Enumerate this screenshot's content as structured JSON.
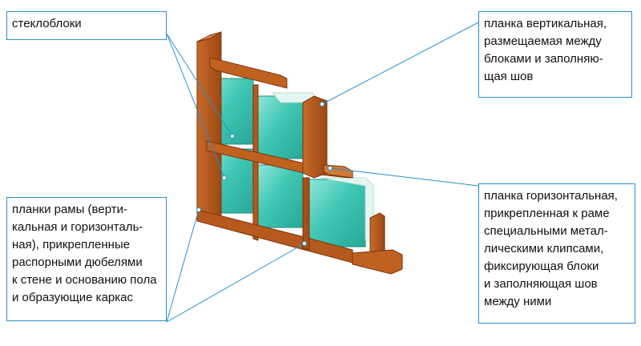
{
  "labels": {
    "glass_blocks": {
      "lines": [
        "стеклоблоки"
      ]
    },
    "vertical_strip": {
      "lines": [
        "планка вертикальная,",
        "размещаемая между",
        "блоками и заполняю-",
        "щая шов"
      ]
    },
    "horizontal_strip": {
      "lines": [
        "планка горизонтальная,",
        "прикрепленная к раме",
        "специальными метал-",
        "лическими клипсами,",
        "фиксирующая блоки",
        "и заполняющая шов",
        "между ними"
      ]
    },
    "frame_strips": {
      "lines": [
        "планки рамы (верти-",
        "кальная и горизонталь-",
        "ная), прикрепленные",
        "распорными дюбелями",
        "к стене и основанию пола",
        "и образующие каркас"
      ]
    }
  },
  "colors": {
    "callout_border": "#2a8fcf",
    "leader_line": "#2a8fcf",
    "wood": "#b5591c",
    "wood_dark": "#8a3e10",
    "wood_light": "#d07a3a",
    "glass": "#3fc7b4",
    "glass_light": "#8fe6d8",
    "glass_edge": "#d9f3ee"
  }
}
